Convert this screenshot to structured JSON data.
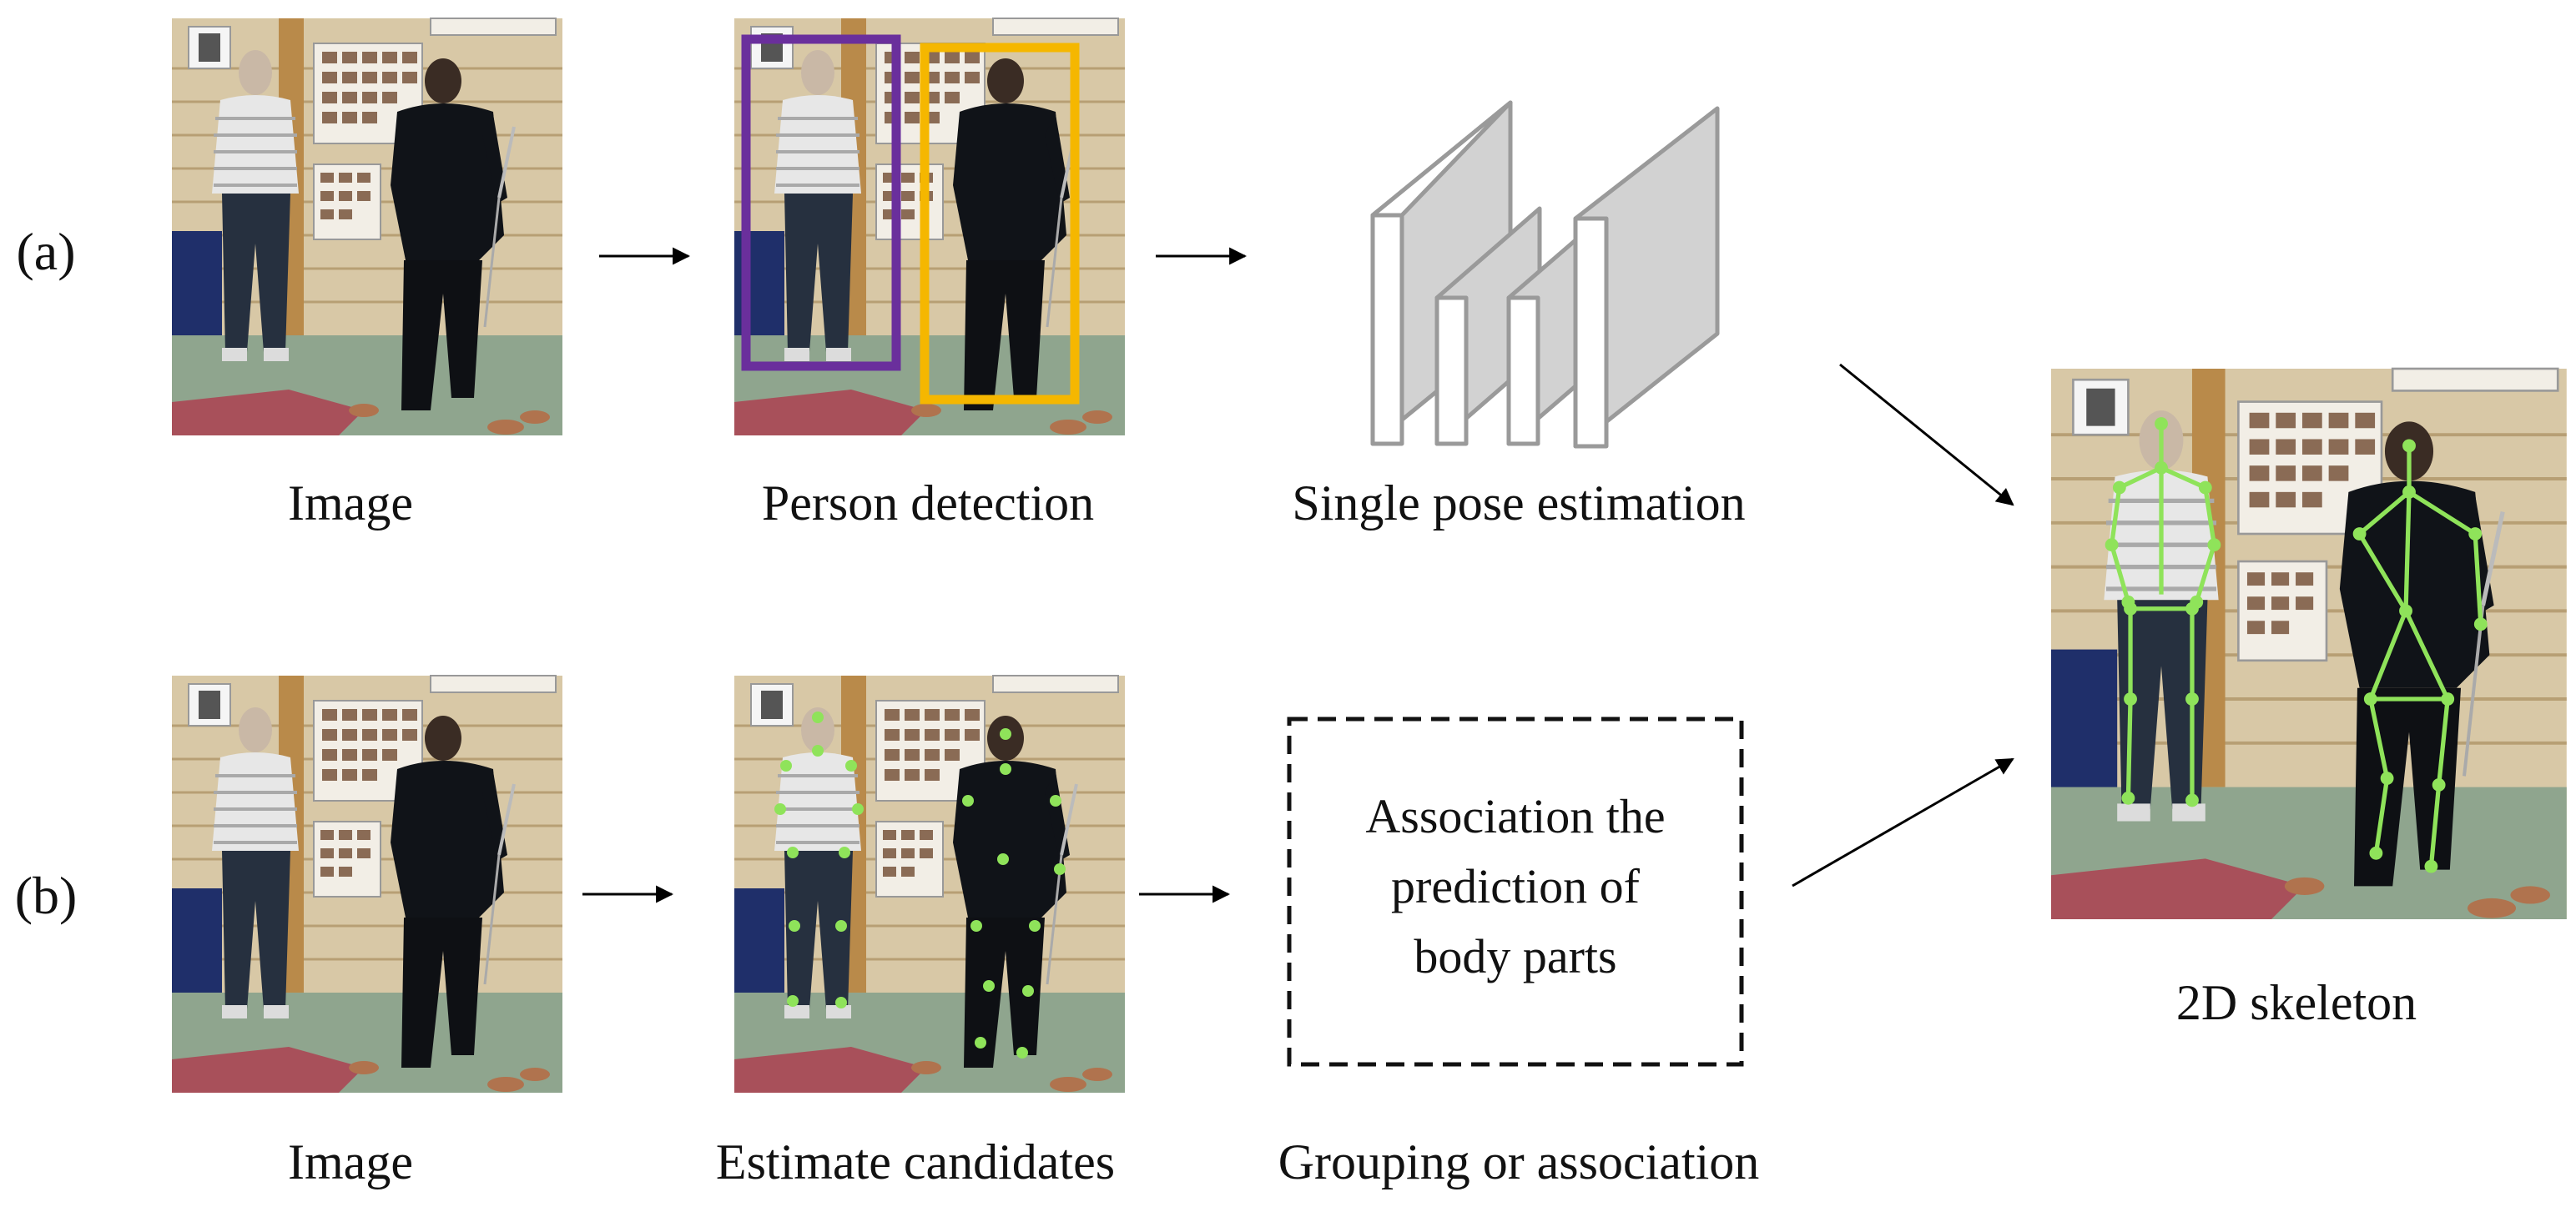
{
  "rows": {
    "a": {
      "tag": "(a)"
    },
    "b": {
      "tag": "(b)"
    }
  },
  "labels": {
    "a_image": "Image",
    "a_detection": "Person detection",
    "a_single_pose": "Single pose estimation",
    "b_image": "Image",
    "b_candidates": "Estimate candidates",
    "b_grouping": "Grouping or association",
    "skeleton": "2D skeleton"
  },
  "association_box": {
    "lines": [
      "Association the",
      "prediction of",
      "body parts"
    ]
  },
  "colors": {
    "purple_box": "#6a2f9c",
    "yellow_box": "#f5b700",
    "keypoint_green": "#8fe35a",
    "layer_gray": "#cfcfcf"
  },
  "icons": [
    "cnn-layers-icon",
    "arrow-icon"
  ]
}
